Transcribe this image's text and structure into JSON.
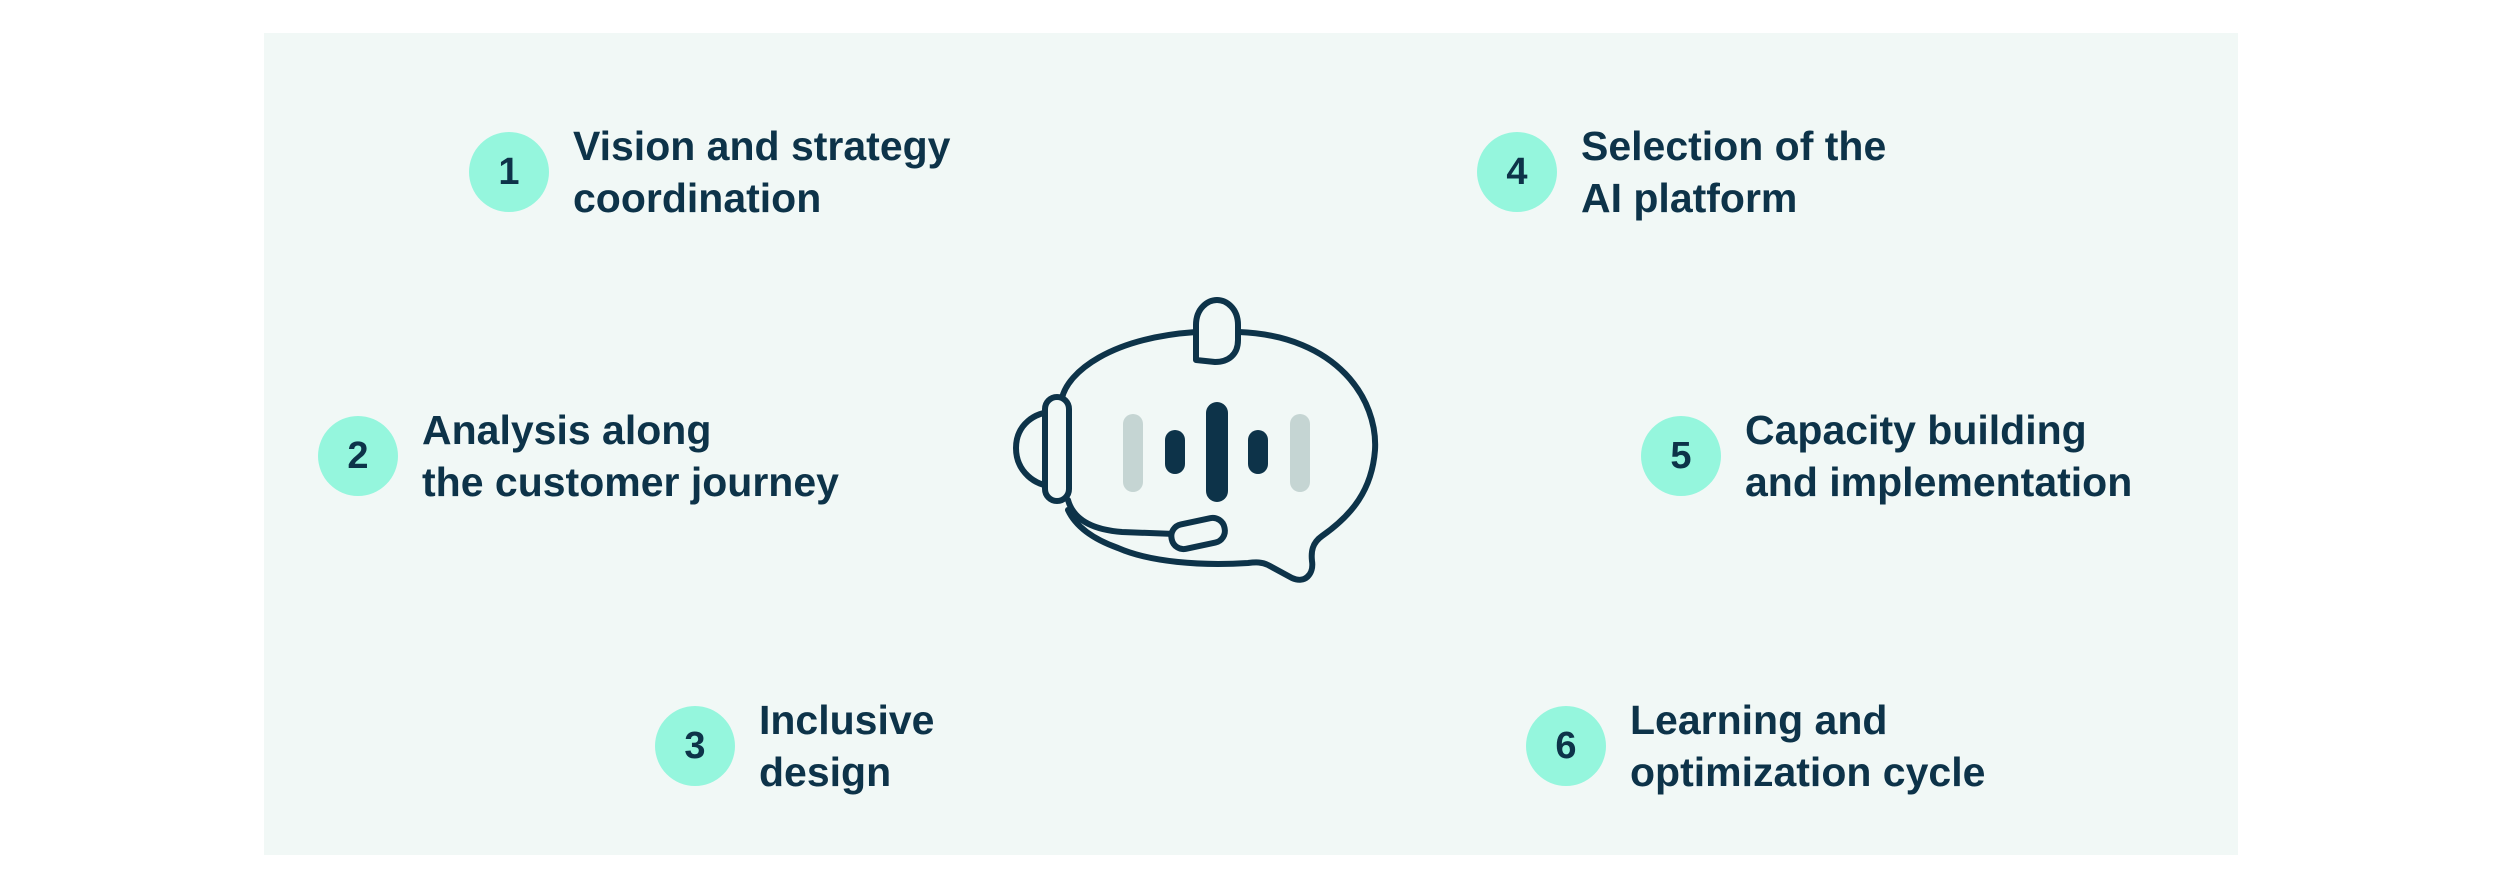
{
  "steps": [
    {
      "number": "1",
      "line1": "Vision and strategy",
      "line2": "coordination"
    },
    {
      "number": "2",
      "line1": "Analysis along",
      "line2": "the customer journey"
    },
    {
      "number": "3",
      "line1": "Inclusive",
      "line2": "design"
    },
    {
      "number": "4",
      "line1": "Selection of the",
      "line2": "AI platform"
    },
    {
      "number": "5",
      "line1": "Capacity building",
      "line2": "and implementation"
    },
    {
      "number": "6",
      "line1": "Learning and",
      "line2": "optimization cycle"
    }
  ],
  "illustration": {
    "icon": "chatbot-headset-icon",
    "stroke_color": "#0d3349",
    "accent_color": "#c5d5d3"
  },
  "colors": {
    "panel": "#f1f8f6",
    "badge": "#95f6dd",
    "text": "#0d3349"
  }
}
